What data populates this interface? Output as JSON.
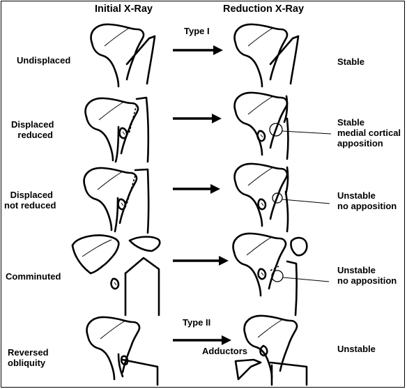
{
  "headers": {
    "initial": "Initial X-Ray",
    "reduction": "Reduction X-Ray"
  },
  "types": {
    "type1": "Type I",
    "type2": "Type II"
  },
  "rows": [
    {
      "label_lines": [
        "Undisplaced"
      ],
      "outcome_lines": [
        "Stable"
      ]
    },
    {
      "label_lines": [
        "Displaced",
        "reduced"
      ],
      "outcome_lines": [
        "Stable",
        "medial cortical",
        "apposition"
      ]
    },
    {
      "label_lines": [
        "Displaced",
        "not reduced"
      ],
      "outcome_lines": [
        "Unstable",
        "no apposition"
      ]
    },
    {
      "label_lines": [
        "Comminuted"
      ],
      "outcome_lines": [
        "Unstable",
        "no apposition"
      ]
    },
    {
      "label_lines": [
        "Reversed",
        "obliquity"
      ],
      "outcome_lines": [
        "Unstable"
      ]
    }
  ],
  "adductors_label": "Adductors"
}
